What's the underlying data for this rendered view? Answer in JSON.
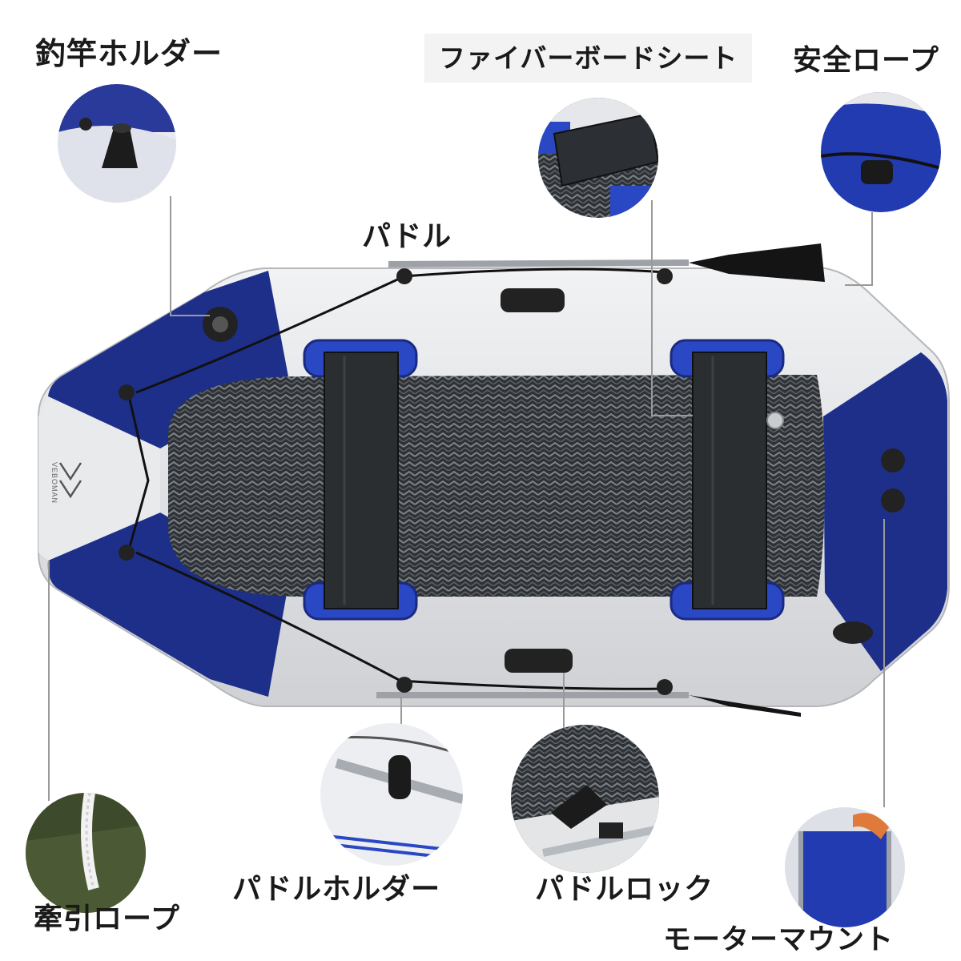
{
  "labels": {
    "rod_holder": "釣竿ホルダー",
    "fiber_board_seat": "ファイバーボードシート",
    "safety_rope": "安全ロープ",
    "paddle": "パドル",
    "paddle_holder": "パドルホルダー",
    "paddle_lock": "パドルロック",
    "tow_rope": "牽引ロープ",
    "motor_mount": "モーターマウント"
  },
  "brand": "VEBOMAN",
  "colors": {
    "hull_white": "#e4e5e7",
    "hull_blue": "#1e2f8a",
    "floor_dark": "#3a3e42",
    "seat_dark": "#2b2e31",
    "accent_blue": "#2a47c4"
  }
}
